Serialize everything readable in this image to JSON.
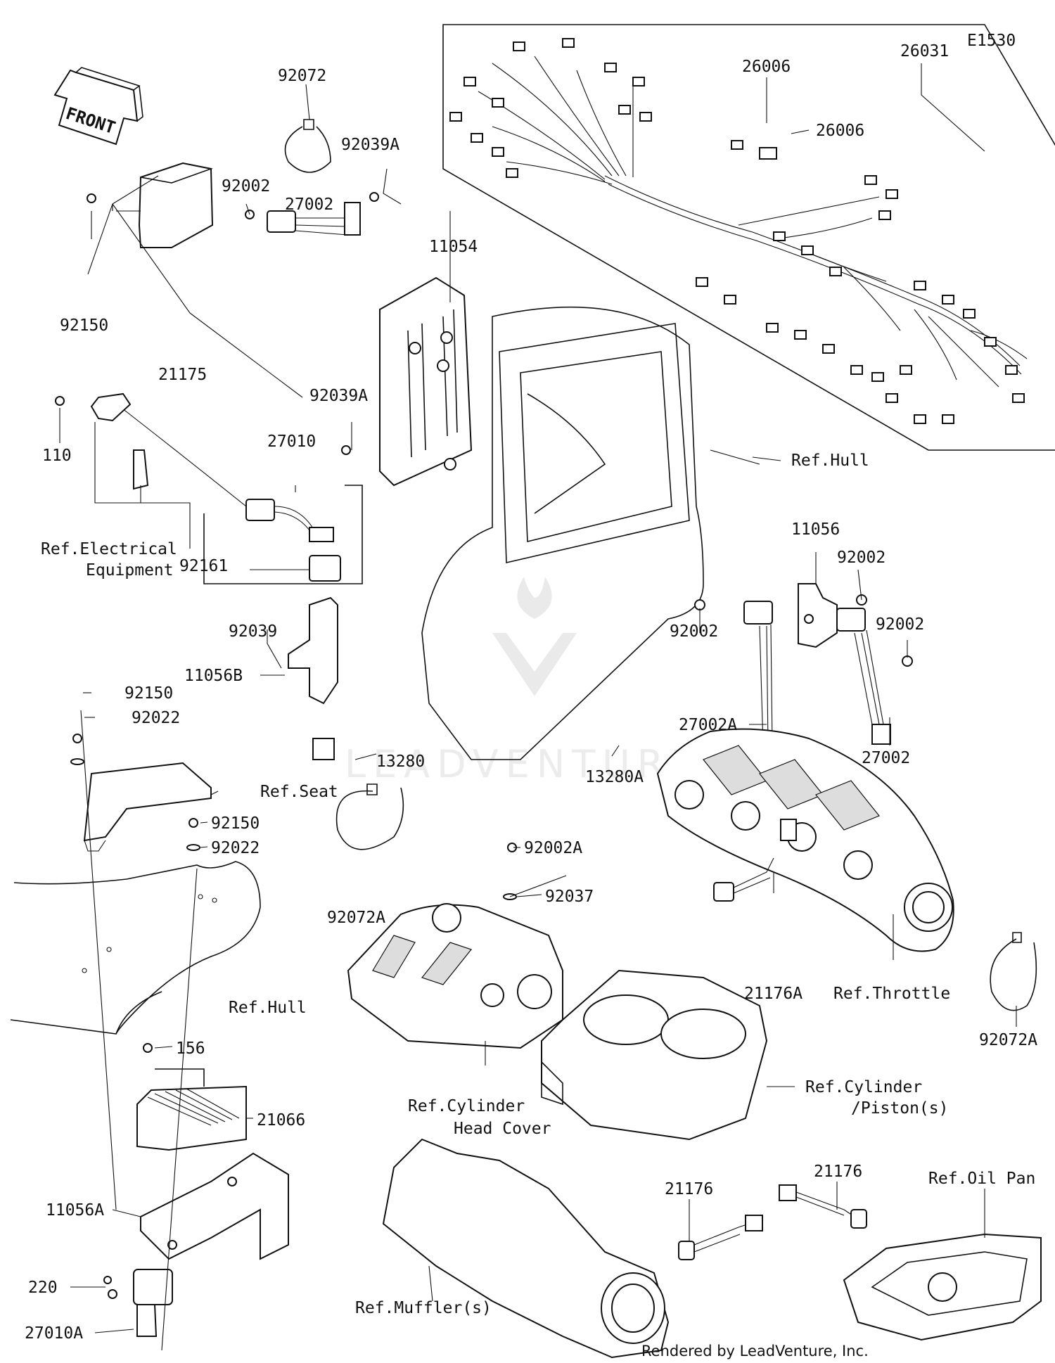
{
  "diagram_id": "E1530",
  "front_label": "FRONT",
  "footer": "Rendered by LeadVenture, Inc.",
  "watermark": "LEADVENTURE",
  "labels": [
    {
      "text": "26031"
    },
    {
      "text": "26006"
    },
    {
      "text": "26006"
    },
    {
      "text": "92072"
    },
    {
      "text": "92039A"
    },
    {
      "text": "92002"
    },
    {
      "text": "27002"
    },
    {
      "text": "11054"
    },
    {
      "text": "92150"
    },
    {
      "text": "21175"
    },
    {
      "text": "92039A"
    },
    {
      "text": "110"
    },
    {
      "text": "27010"
    },
    {
      "text": "Ref.Hull"
    },
    {
      "text": "Ref.Electrical"
    },
    {
      "text": "Equipment"
    },
    {
      "text": "92161"
    },
    {
      "text": "11056"
    },
    {
      "text": "92002"
    },
    {
      "text": "92002"
    },
    {
      "text": "92002"
    },
    {
      "text": "92039"
    },
    {
      "text": "11056B"
    },
    {
      "text": "92150"
    },
    {
      "text": "92022"
    },
    {
      "text": "27002A"
    },
    {
      "text": "27002"
    },
    {
      "text": "13280"
    },
    {
      "text": "13280A"
    },
    {
      "text": "Ref.Seat"
    },
    {
      "text": "92150"
    },
    {
      "text": "92022"
    },
    {
      "text": "92002A"
    },
    {
      "text": "92037"
    },
    {
      "text": "92072A"
    },
    {
      "text": "Ref.Hull"
    },
    {
      "text": "21176A"
    },
    {
      "text": "Ref.Throttle"
    },
    {
      "text": "92072A"
    },
    {
      "text": "156"
    },
    {
      "text": "Ref.Cylinder"
    },
    {
      "text": "Head Cover"
    },
    {
      "text": "Ref.Cylinder"
    },
    {
      "text": "/Piston(s)"
    },
    {
      "text": "21066"
    },
    {
      "text": "21176"
    },
    {
      "text": "21176"
    },
    {
      "text": "Ref.Oil Pan"
    },
    {
      "text": "11056A"
    },
    {
      "text": "220"
    },
    {
      "text": "Ref.Muffler(s)"
    },
    {
      "text": "27010A"
    }
  ]
}
